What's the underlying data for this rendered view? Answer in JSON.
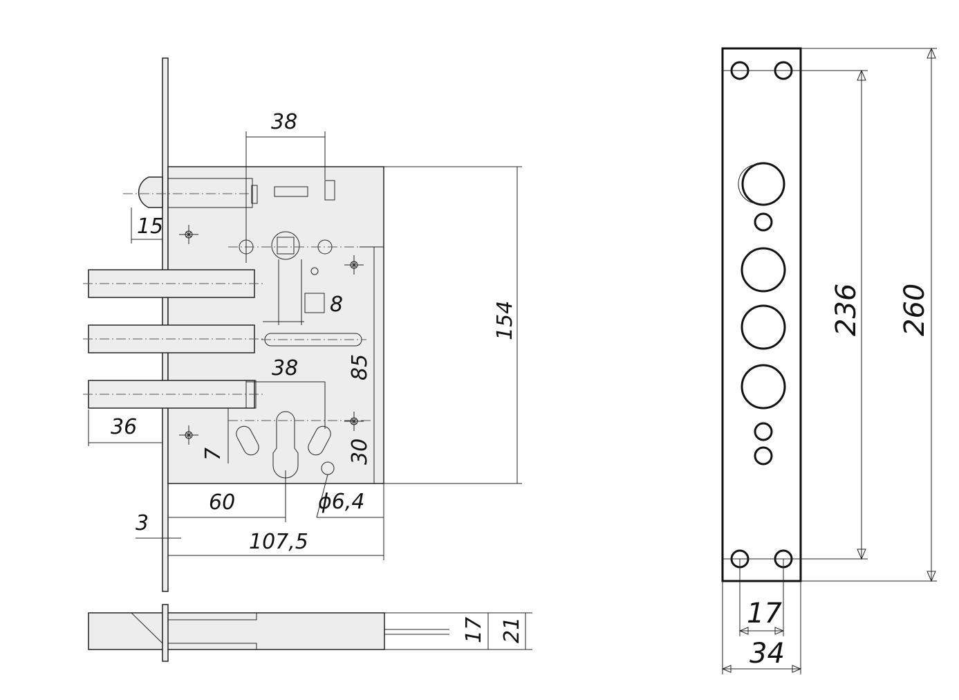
{
  "front_view": {
    "dims": {
      "latch_15": "15",
      "spindle_spacing_38": "38",
      "square_8": "8",
      "cylinder_spacing_38": "38",
      "bolt_36": "36",
      "dim_7": "7",
      "dim_85": "85",
      "dim_30": "30",
      "height_154": "154",
      "backset_60": "60",
      "hole_d": "ϕ6,4",
      "plate_3": "3",
      "depth_107": "107,5"
    }
  },
  "bottom_view": {
    "dims": {
      "dim_17": "17",
      "dim_21": "21"
    }
  },
  "strike_plate": {
    "dims": {
      "width_17": "17",
      "width_34": "34",
      "inner_236": "236",
      "outer_260": "260"
    }
  }
}
